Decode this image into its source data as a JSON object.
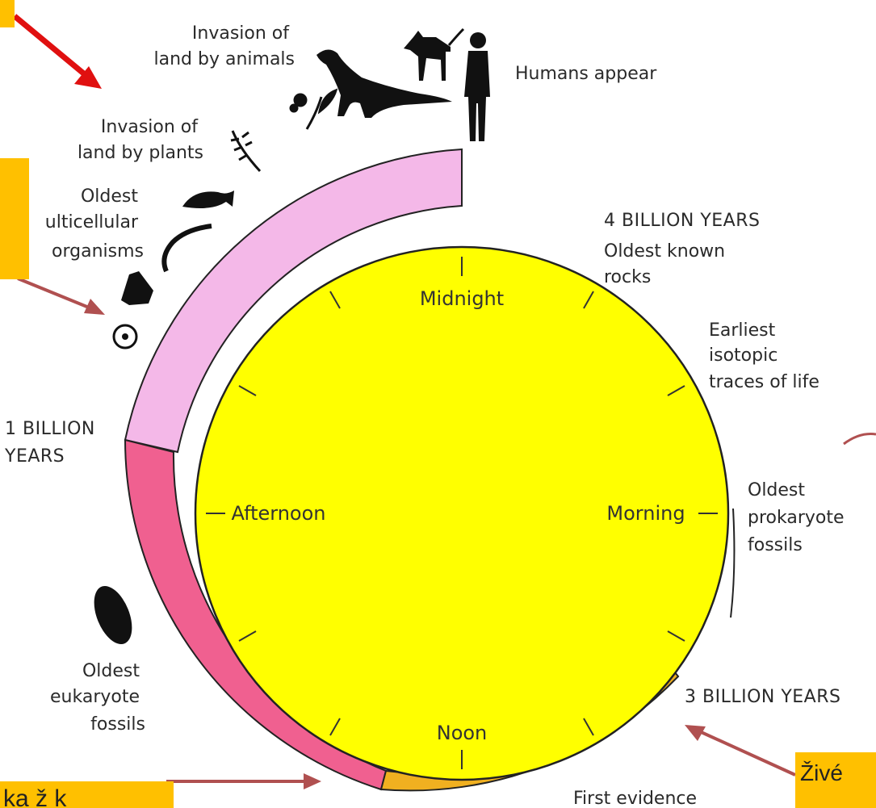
{
  "labels": {
    "invasion_animals": [
      "Invasion of",
      "land by animals"
    ],
    "humans": "Humans appear",
    "invasion_plants": [
      "Invasion of",
      "land by plants"
    ],
    "oldest_multicellular": [
      "Oldest",
      "ulticellular",
      "organisms"
    ],
    "four_billion": "4 BILLION YEARS",
    "oldest_rocks": [
      "Oldest known",
      "rocks"
    ],
    "earliest_traces": [
      "Earliest",
      "isotopic",
      "traces of life"
    ],
    "one_billion": [
      "1 BILLION",
      "YEARS"
    ],
    "oldest_prokaryote": [
      "Oldest",
      "prokaryote",
      "fossils"
    ],
    "oldest_eukaryote": [
      "Oldest",
      "eukaryote",
      "fossils"
    ],
    "three_billion": "3 BILLION YEARS",
    "first_evidence": "First evidence"
  },
  "clock": {
    "midnight": "Midnight",
    "morning": "Morning",
    "noon": "Noon",
    "afternoon": "Afternoon"
  },
  "overlays": {
    "bottom_right_text": "Živé",
    "bottom_left_text": "ka ž k"
  },
  "colors": {
    "clock_face": "#ffff00",
    "band_pink_light": "#f4b8e8",
    "band_pink_dark": "#f06090",
    "band_orange": "#f0b020",
    "overlay_box": "#ffc000",
    "arrow_red": "#e01010",
    "arrow_brown": "#b05050"
  }
}
